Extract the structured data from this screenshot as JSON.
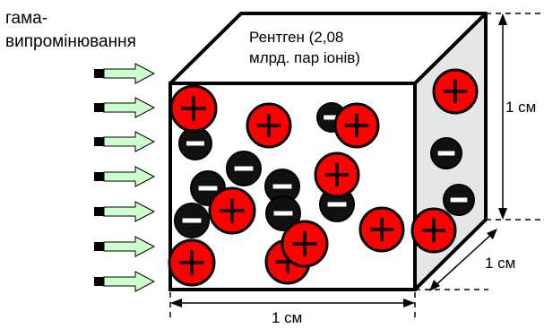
{
  "gamma_label": [
    "гама-",
    "випромінювання"
  ],
  "xray_label": [
    "Рентген (2,08",
    "млрд. пар іонів)"
  ],
  "dimension_labels": {
    "height": "1 см",
    "depth": "1 см",
    "width": "1 см"
  },
  "ions": {
    "positive_symbol": "+",
    "negative_symbol": "−"
  },
  "colors": {
    "positive_ion": "#ff0000",
    "negative_ion": "#111111",
    "arrow_fill": "#ccffcc",
    "side_face": "#e6e6e6"
  }
}
